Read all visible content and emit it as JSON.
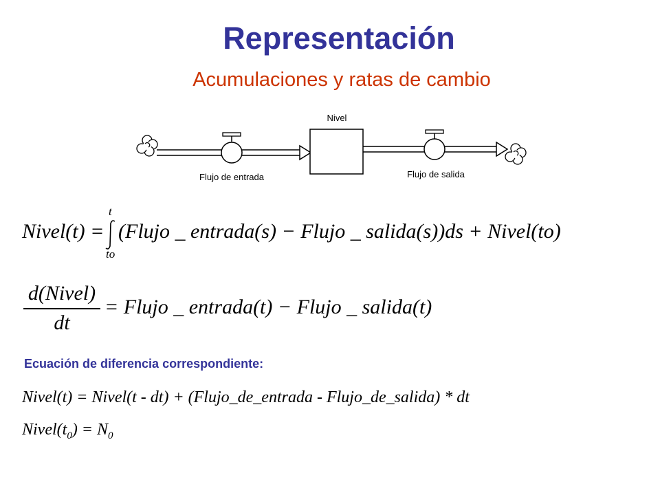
{
  "colors": {
    "title": "#333399",
    "subtitle": "#cc3300",
    "section_label": "#333399",
    "line": "#000000"
  },
  "header": {
    "title": "Representación",
    "subtitle": "Acumulaciones y ratas de cambio"
  },
  "diagram": {
    "stock_label": "Nivel",
    "inflow_label": "Flujo de entrada",
    "outflow_label": "Flujo de salida",
    "source_icon": "cloud-icon",
    "sink_icon": "cloud-icon",
    "valve_icon": "valve-icon"
  },
  "equation1": {
    "lhs": "Nivel(t) =",
    "upper_limit": "t",
    "lower_limit": "to",
    "integrand": "(Flujo _ entrada(s) − Flujo _ salida(s))ds + Nivel(to)"
  },
  "equation2": {
    "numerator": "d(Nivel)",
    "denominator": "dt",
    "rhs": "= Flujo _ entrada(t) − Flujo _ salida(t)"
  },
  "difference": {
    "label": "Ecuación de diferencia correspondiente:",
    "line1": "Nivel(t) = Nivel(t - dt) + (Flujo_de_entrada - Flujo_de_salida) * dt",
    "line2_prefix": "Nivel(t",
    "line2_sub": "0",
    "line2_middle": ") = N",
    "line2_sub2": "0"
  }
}
